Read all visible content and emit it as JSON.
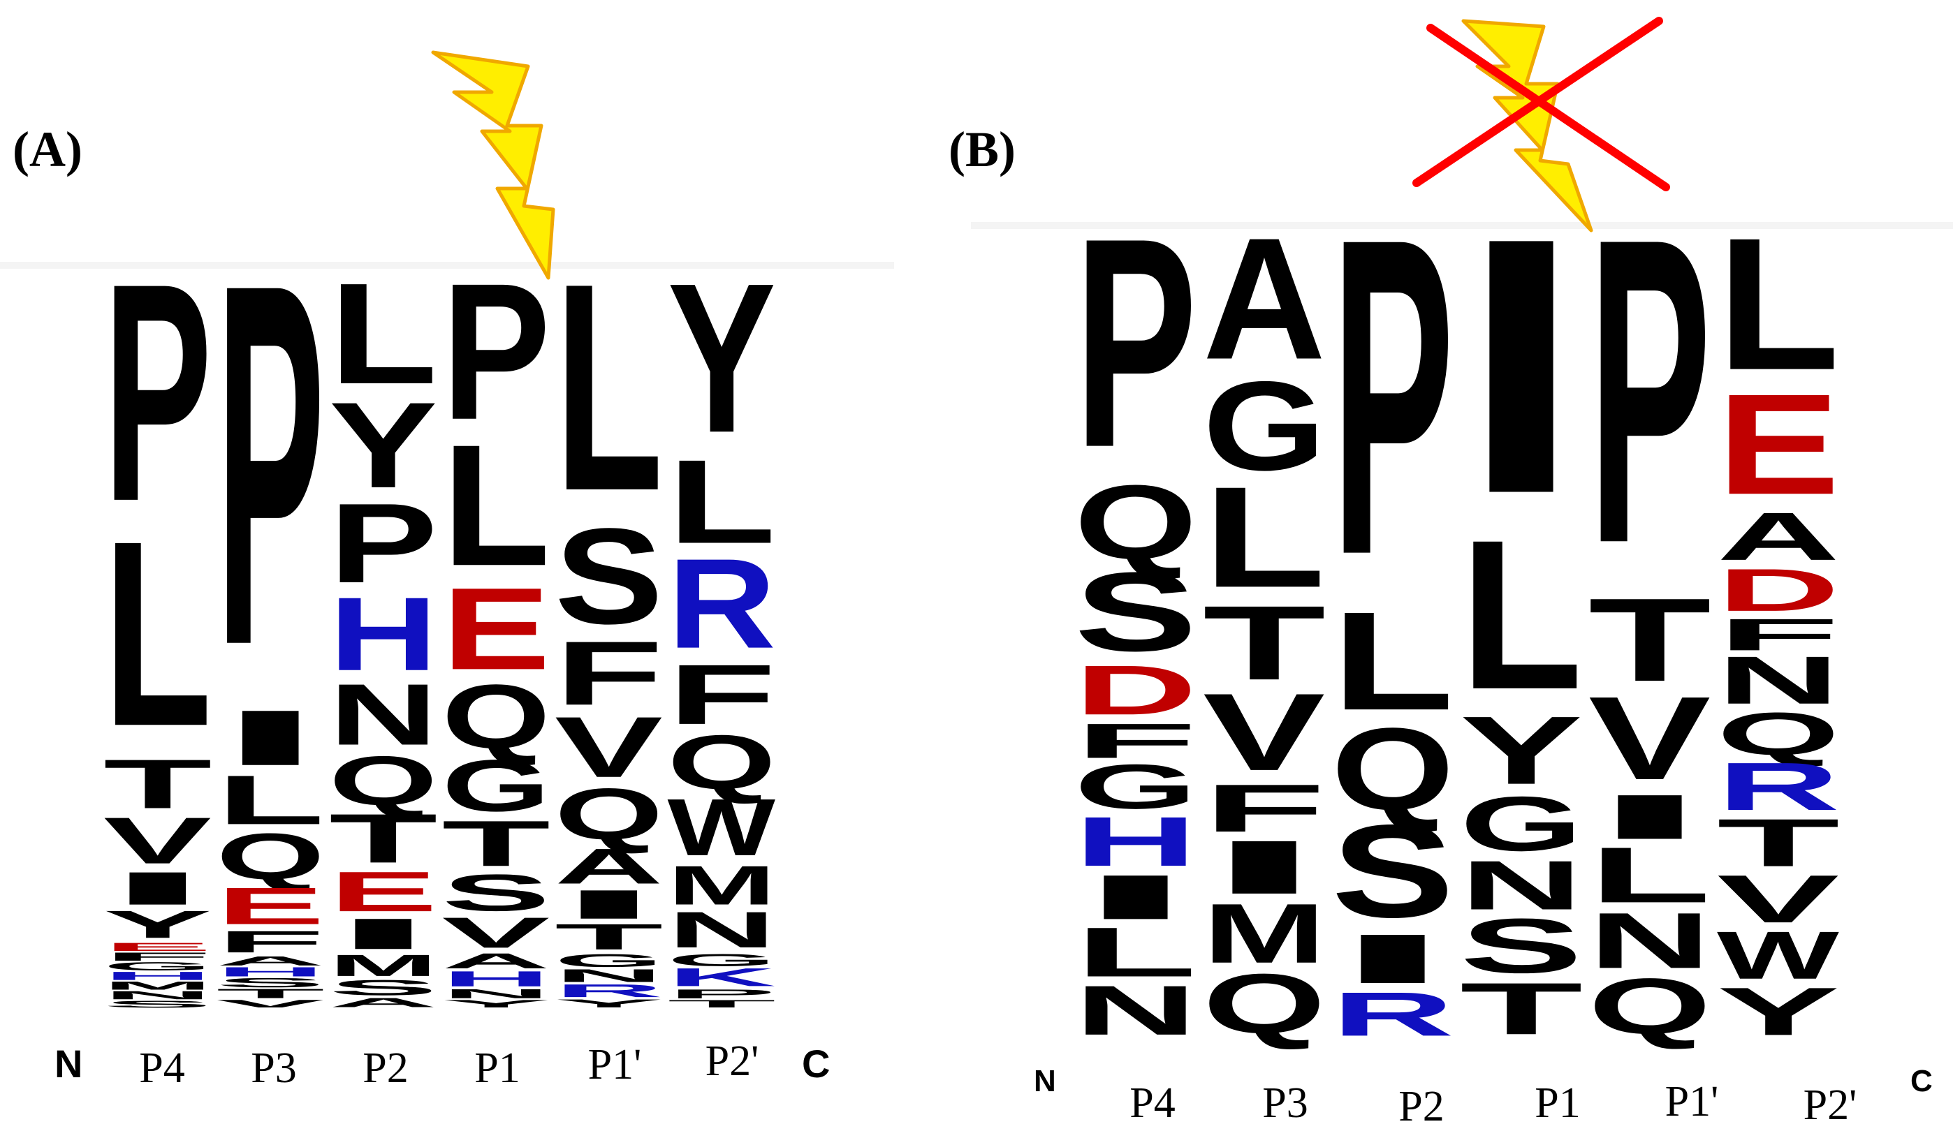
{
  "colors": {
    "black": "#000000",
    "red": "#c00000",
    "blue": "#1010c0",
    "yellow": "#ffee00",
    "bolt_outline": "#f0a800",
    "cross": "#ff0000"
  },
  "panels": [
    {
      "id": "A",
      "label": "(A)",
      "n_label": "N",
      "c_label": "C",
      "cleavage": "allowed",
      "columns": [
        {
          "position": "P4",
          "letters": [
            {
              "aa": "P",
              "w": 8
            },
            {
              "aa": "L",
              "w": 6.8
            },
            {
              "aa": "T",
              "w": 1.8
            },
            {
              "aa": "V",
              "w": 1.7
            },
            {
              "aa": "I",
              "w": 1.2
            },
            {
              "aa": "Y",
              "w": 1.0
            },
            {
              "aa": "E",
              "w": 0.3
            },
            {
              "aa": "F",
              "w": 0.3
            },
            {
              "aa": "G",
              "w": 0.3
            },
            {
              "aa": "H",
              "w": 0.3
            },
            {
              "aa": "M",
              "w": 0.3
            },
            {
              "aa": "N",
              "w": 0.3
            },
            {
              "aa": "S",
              "w": 0.25
            }
          ]
        },
        {
          "position": "P3",
          "letters": [
            {
              "aa": "P",
              "w": 11.8
            },
            {
              "aa": "I",
              "w": 1.8
            },
            {
              "aa": "L",
              "w": 1.6
            },
            {
              "aa": "Q",
              "w": 1.5
            },
            {
              "aa": "E",
              "w": 1.2
            },
            {
              "aa": "F",
              "w": 0.7
            },
            {
              "aa": "A",
              "w": 0.3
            },
            {
              "aa": "H",
              "w": 0.3
            },
            {
              "aa": "S",
              "w": 0.3
            },
            {
              "aa": "T",
              "w": 0.3
            },
            {
              "aa": "V",
              "w": 0.25
            }
          ]
        },
        {
          "position": "P2",
          "letters": [
            {
              "aa": "L",
              "w": 3.3
            },
            {
              "aa": "Y",
              "w": 2.8
            },
            {
              "aa": "P",
              "w": 2.6
            },
            {
              "aa": "H",
              "w": 2.4
            },
            {
              "aa": "N",
              "w": 2.0
            },
            {
              "aa": "Q",
              "w": 1.6
            },
            {
              "aa": "T",
              "w": 1.6
            },
            {
              "aa": "E",
              "w": 1.3
            },
            {
              "aa": "I",
              "w": 1.0
            },
            {
              "aa": "M",
              "w": 0.7
            },
            {
              "aa": "S",
              "w": 0.5
            },
            {
              "aa": "A",
              "w": 0.3
            }
          ]
        },
        {
          "position": "P1",
          "letters": [
            {
              "aa": "P",
              "w": 4.5
            },
            {
              "aa": "L",
              "w": 4.0
            },
            {
              "aa": "E",
              "w": 2.7
            },
            {
              "aa": "Q",
              "w": 2.1
            },
            {
              "aa": "G",
              "w": 1.7
            },
            {
              "aa": "T",
              "w": 1.5
            },
            {
              "aa": "S",
              "w": 1.2
            },
            {
              "aa": "V",
              "w": 1.0
            },
            {
              "aa": "A",
              "w": 0.5
            },
            {
              "aa": "H",
              "w": 0.5
            },
            {
              "aa": "N",
              "w": 0.3
            },
            {
              "aa": "Y",
              "w": 0.25
            }
          ]
        },
        {
          "position": "P1'",
          "letters": [
            {
              "aa": "L",
              "w": 6.5
            },
            {
              "aa": "S",
              "w": 3.0
            },
            {
              "aa": "F",
              "w": 2.0
            },
            {
              "aa": "V",
              "w": 1.9
            },
            {
              "aa": "Q",
              "w": 1.6
            },
            {
              "aa": "A",
              "w": 1.1
            },
            {
              "aa": "I",
              "w": 0.9
            },
            {
              "aa": "T",
              "w": 0.8
            },
            {
              "aa": "G",
              "w": 0.4
            },
            {
              "aa": "N",
              "w": 0.4
            },
            {
              "aa": "R",
              "w": 0.4
            },
            {
              "aa": "Y",
              "w": 0.25
            }
          ]
        },
        {
          "position": "P2'",
          "letters": [
            {
              "aa": "Y",
              "w": 5.0
            },
            {
              "aa": "L",
              "w": 2.8
            },
            {
              "aa": "R",
              "w": 3.0
            },
            {
              "aa": "F",
              "w": 2.0
            },
            {
              "aa": "Q",
              "w": 1.8
            },
            {
              "aa": "W",
              "w": 1.9
            },
            {
              "aa": "M",
              "w": 1.3
            },
            {
              "aa": "N",
              "w": 1.2
            },
            {
              "aa": "G",
              "w": 0.4
            },
            {
              "aa": "K",
              "w": 0.6
            },
            {
              "aa": "P",
              "w": 0.3
            },
            {
              "aa": "T",
              "w": 0.25
            }
          ]
        }
      ]
    },
    {
      "id": "B",
      "label": "(B)",
      "n_label": "N",
      "c_label": "C",
      "cleavage": "blocked",
      "columns": [
        {
          "position": "P4",
          "letters": [
            {
              "aa": "P",
              "w": 8.5
            },
            {
              "aa": "Q",
              "w": 3.0
            },
            {
              "aa": "S",
              "w": 3.2
            },
            {
              "aa": "D",
              "w": 2.0
            },
            {
              "aa": "F",
              "w": 1.4
            },
            {
              "aa": "G",
              "w": 1.8
            },
            {
              "aa": "H",
              "w": 2.0
            },
            {
              "aa": "I",
              "w": 1.8
            },
            {
              "aa": "L",
              "w": 2.0
            },
            {
              "aa": "N",
              "w": 2.0
            }
          ]
        },
        {
          "position": "P3",
          "letters": [
            {
              "aa": "A",
              "w": 4.1
            },
            {
              "aa": "G",
              "w": 3.0
            },
            {
              "aa": "L",
              "w": 3.4
            },
            {
              "aa": "T",
              "w": 2.5
            },
            {
              "aa": "V",
              "w": 2.6
            },
            {
              "aa": "F",
              "w": 1.6
            },
            {
              "aa": "I",
              "w": 1.8
            },
            {
              "aa": "M",
              "w": 2.0
            },
            {
              "aa": "Q",
              "w": 2.0
            }
          ]
        },
        {
          "position": "P2",
          "letters": [
            {
              "aa": "P",
              "w": 11.6
            },
            {
              "aa": "L",
              "w": 3.6
            },
            {
              "aa": "Q",
              "w": 3.0
            },
            {
              "aa": "S",
              "w": 3.4
            },
            {
              "aa": "I",
              "w": 1.8
            },
            {
              "aa": "R",
              "w": 1.6
            }
          ]
        },
        {
          "position": "P1",
          "letters": [
            {
              "aa": "I",
              "w": 9.4
            },
            {
              "aa": "L",
              "w": 5.5
            },
            {
              "aa": "Y",
              "w": 2.5
            },
            {
              "aa": "G",
              "w": 2.0
            },
            {
              "aa": "N",
              "w": 1.8
            },
            {
              "aa": "S",
              "w": 2.0
            },
            {
              "aa": "T",
              "w": 1.9
            }
          ]
        },
        {
          "position": "P1'",
          "letters": [
            {
              "aa": "P",
              "w": 11.0
            },
            {
              "aa": "T",
              "w": 3.0
            },
            {
              "aa": "V",
              "w": 3.0
            },
            {
              "aa": "I",
              "w": 1.6
            },
            {
              "aa": "L",
              "w": 2.0
            },
            {
              "aa": "N",
              "w": 2.0
            },
            {
              "aa": "Q",
              "w": 2.0
            }
          ]
        },
        {
          "position": "P2'",
          "letters": [
            {
              "aa": "L",
              "w": 5.0
            },
            {
              "aa": "E",
              "w": 3.8
            },
            {
              "aa": "A",
              "w": 1.8
            },
            {
              "aa": "D",
              "w": 1.6
            },
            {
              "aa": "F",
              "w": 1.2
            },
            {
              "aa": "N",
              "w": 1.8
            },
            {
              "aa": "Q",
              "w": 1.6
            },
            {
              "aa": "R",
              "w": 1.8
            },
            {
              "aa": "T",
              "w": 1.8
            },
            {
              "aa": "V",
              "w": 1.8
            },
            {
              "aa": "W",
              "w": 1.8
            },
            {
              "aa": "Y",
              "w": 1.8
            }
          ]
        }
      ]
    }
  ]
}
